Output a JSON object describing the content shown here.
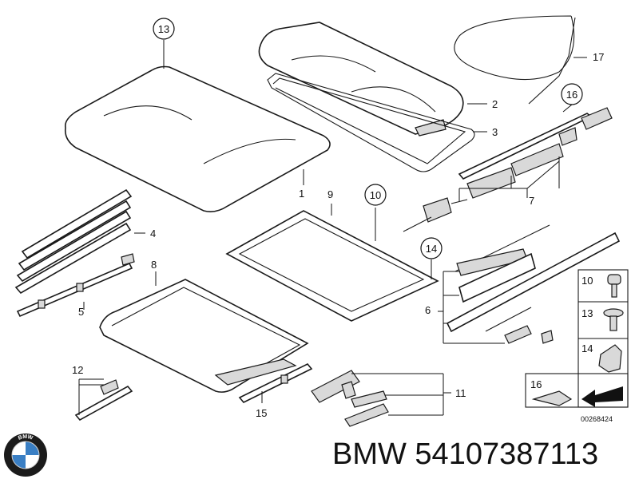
{
  "callouts": {
    "c1": "1",
    "c2": "2",
    "c3": "3",
    "c4": "4",
    "c5": "5",
    "c6": "6",
    "c7": "7",
    "c8": "8",
    "c9": "9",
    "c10": "10",
    "c11": "11",
    "c12": "12",
    "c13": "13",
    "c14": "14",
    "c15": "15",
    "c16": "16",
    "c17": "17"
  },
  "legend": {
    "l10": "10",
    "l13": "13",
    "l14": "14",
    "l16": "16",
    "ref_code": "00268424"
  },
  "brand": {
    "logo_letters": "BMW",
    "part_number_text": "BMW 54107387113"
  },
  "colors": {
    "line": "#1a1a1a",
    "logo_blue": "#3a7fc4",
    "logo_ring": "#1b1b1b"
  }
}
